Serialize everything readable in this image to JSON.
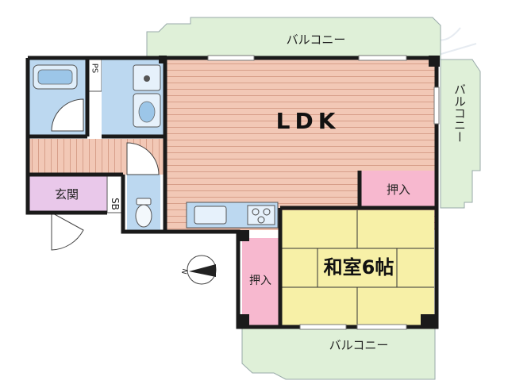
{
  "rooms": {
    "ldk": "LDK",
    "washitsu": "和室6帖",
    "genkan": "玄関",
    "shoe_box": "SB",
    "pipe_space": "PS",
    "closet_top_right": "押入",
    "closet_left": "押入"
  },
  "balconies": {
    "top": "バルコニー",
    "right": "バルコニー",
    "bottom": "バルコニー"
  },
  "compass": {
    "label": "N"
  },
  "colors": {
    "ldk_floor": "#f2c8b6",
    "ldk_stripe": "#d79f8a",
    "washitsu": "#f7f0a7",
    "wet_area": "#bcd8f0",
    "entrance": "#e9c8ea",
    "closet": "#f7b8cf",
    "balcony": "#dff0d8",
    "wall": "#1a1a1a"
  }
}
